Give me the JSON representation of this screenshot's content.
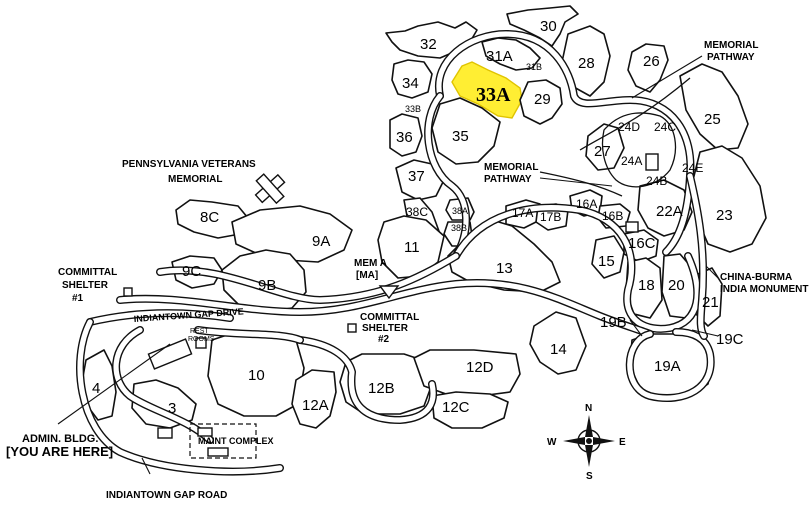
{
  "map": {
    "sections": {
      "s30": "30",
      "s32": "32",
      "s31A": "31A",
      "s31B": "31B",
      "s28": "28",
      "s26": "26",
      "s34": "34",
      "s33A": "33A",
      "s33B": "33B",
      "s29": "29",
      "s36": "36",
      "s35": "35",
      "s25": "25",
      "s24D": "24D",
      "s24C": "24C",
      "s27": "27",
      "s24A": "24A",
      "s24B": "24B",
      "s24E": "24E",
      "s37": "37",
      "s8C": "8C",
      "s38C": "38C",
      "s38A": "38A",
      "s38B": "38B",
      "s17A": "17A",
      "s17B": "17B",
      "s16A": "16A",
      "s16B": "16B",
      "s22A": "22A",
      "s23": "23",
      "s9A": "9A",
      "s11": "11",
      "s16C": "16C",
      "s9C": "9C",
      "s13": "13",
      "s15": "15",
      "s9B": "9B",
      "s18": "18",
      "s20": "20",
      "s21": "21",
      "s19B": "19B",
      "s19C": "19C",
      "s10": "10",
      "s14": "14",
      "s19A": "19A",
      "s12B": "12B",
      "s12D": "12D",
      "s4": "4",
      "s3": "3",
      "s12A": "12A",
      "s12C": "12C"
    },
    "labels": {
      "memorial_pathway_top_1": "MEMORIAL",
      "memorial_pathway_top_2": "PATHWAY",
      "memorial_pathway_mid_1": "MEMORIAL",
      "memorial_pathway_mid_2": "PATHWAY",
      "pa_veterans_1": "PENNSYLVANIA VETERANS",
      "pa_veterans_2": "MEMORIAL",
      "committal_1_a": "COMMITTAL",
      "committal_1_b": "SHELTER",
      "committal_1_c": "#1",
      "committal_2_a": "COMMITTAL",
      "committal_2_b": "SHELTER",
      "committal_2_c": "#2",
      "mem_a_1": "MEM A",
      "mem_a_2": "[MA]",
      "china_burma_1": "CHINA-BURMA",
      "china_burma_2": "INDIA MONUMENT",
      "drive": "INDIANTOWN GAP DRIVE",
      "rest_1": "REST",
      "rest_2": "ROOMS",
      "maint": "MAINT COMPLEX",
      "admin": "ADMIN. BLDG.",
      "you_are_here": "[YOU ARE HERE]",
      "gap_road": "INDIANTOWN GAP ROAD"
    },
    "compass": {
      "n": "N",
      "s": "S",
      "e": "E",
      "w": "W"
    },
    "colors": {
      "highlight": "#ffee33"
    }
  }
}
